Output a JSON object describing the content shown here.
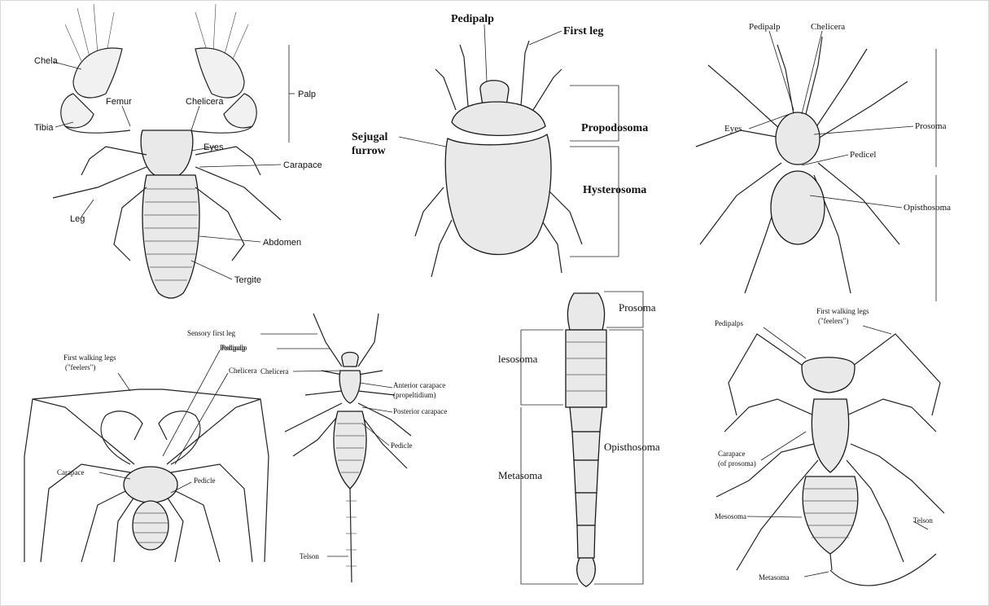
{
  "diagram": {
    "palpigrade_scorpion": {
      "labels": [
        "Chela",
        "Femur",
        "Chelicera",
        "Tibia",
        "Eyes",
        "Carapace",
        "Leg",
        "Abdomen",
        "Tergite",
        "Palp"
      ]
    },
    "tick": {
      "labels": [
        "Pedipalp",
        "First leg",
        "Sejugal",
        "furrow",
        "Propodosoma",
        "Hysterosoma"
      ]
    },
    "spider": {
      "labels": [
        "Pedipalp",
        "Chelicera",
        "Eyes",
        "Prosoma",
        "Pedicel",
        "Opisthosoma"
      ]
    },
    "whip_spider": {
      "labels": [
        "First walking legs",
        "(\"feelers\")",
        "Pedipalp",
        "Chelicera",
        "Carapace",
        "Pedicle"
      ]
    },
    "micro_whip_scorpion": {
      "labels": [
        "Sensory first leg",
        "Pedipalp",
        "Chelicera",
        "Anterior carapace",
        "(propeltidium)",
        "Posterior carapace",
        "Pedicle",
        "Telson"
      ]
    },
    "body_plan": {
      "labels": [
        "Prosoma",
        "lesosoma",
        "Opisthosoma",
        "Metasoma"
      ]
    },
    "whip_scorpion": {
      "labels": [
        "Pedipalps",
        "First walking legs",
        "(\"feelers\")",
        "Carapace",
        "(of prosoma)",
        "Mesosoma",
        "Telson",
        "Metasoma"
      ]
    }
  }
}
